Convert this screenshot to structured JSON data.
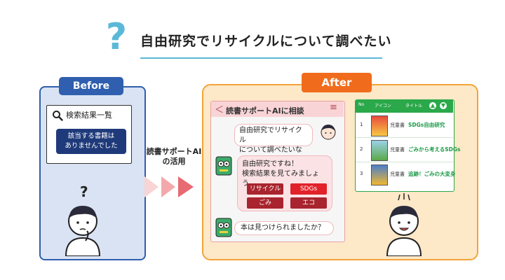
{
  "header": {
    "title": "自由研究でリサイクルについて調べたい",
    "question_mark": "?"
  },
  "before": {
    "tab_label": "Before",
    "search_label": "検索結果一覧",
    "message_line1": "該当する書籍は",
    "message_line2": "ありませんでした",
    "thinking_mark": "?"
  },
  "transition": {
    "label_line1": "読書サポートAI",
    "label_line2": "の活用"
  },
  "after": {
    "tab_label": "After",
    "chat": {
      "back_glyph": "＜",
      "title": "読書サポートAIに相談",
      "menu_glyph": "≡",
      "user_msg_line1": "自由研究でリサイクル",
      "user_msg_line2": "について調べたいな",
      "ai_msg_line1": "自由研究ですね！",
      "ai_msg_line2": "検索結果を見てみましょう。",
      "keywords": [
        "リサイクル",
        "SDGs",
        "ごみ",
        "エコ"
      ],
      "followup_msg": "本は見つけられましたか？"
    },
    "results": {
      "col_no": "No",
      "col_icon": "アイコン",
      "col_title": "タイトル",
      "rows": [
        {
          "num": "1",
          "type": "児童書",
          "title": "SDGs自由研究"
        },
        {
          "num": "2",
          "type": "児童書",
          "title": "ごみから考えるSDGs"
        },
        {
          "num": "3",
          "type": "児童書",
          "title": "追跡！ごみの大変身"
        }
      ]
    }
  },
  "colors": {
    "before_blue": "#2f5fae",
    "after_orange": "#f06c1c",
    "keyword_red": "#a8242e",
    "result_green": "#2aa84a"
  }
}
